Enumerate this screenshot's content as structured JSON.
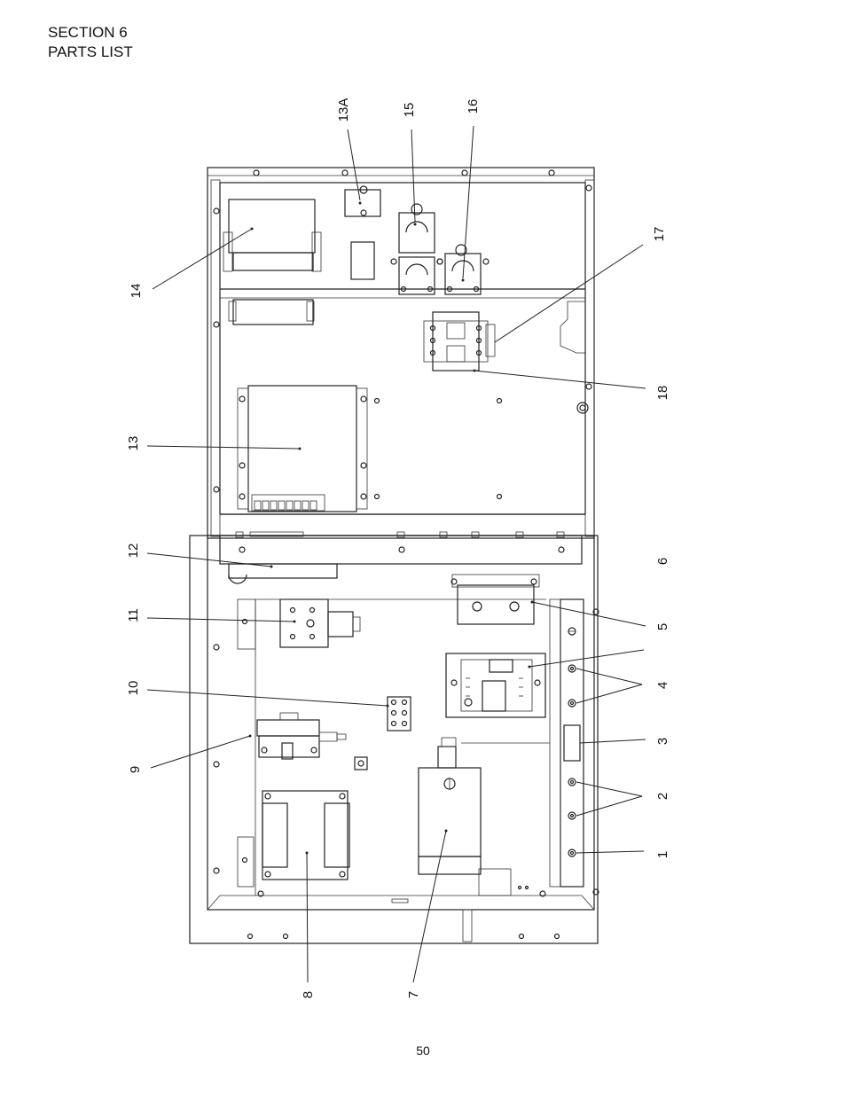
{
  "document": {
    "section_line": "SECTION 6",
    "title_line": "PARTS LIST",
    "page_number": "50"
  },
  "callouts": {
    "c1": "1",
    "c2": "2",
    "c3": "3",
    "c4": "4",
    "c5": "5",
    "c6": "6",
    "c7": "7",
    "c8": "8",
    "c9": "9",
    "c10": "10",
    "c11": "11",
    "c12": "12",
    "c13": "13",
    "c13a": "13A",
    "c14": "14",
    "c15": "15",
    "c16": "16",
    "c17": "17",
    "c18": "18"
  }
}
